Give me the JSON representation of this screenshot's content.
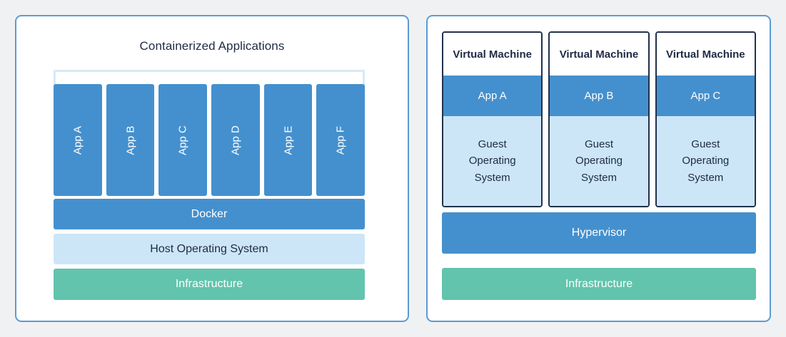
{
  "theme": {
    "page_background": "#f0f1f3",
    "panel_border": "#5b9bd5",
    "accent_blue": "#4490ce",
    "light_blue": "#cce6f7",
    "bracket_blue": "#d7e9f8",
    "green": "#62c4ac",
    "dark_navy": "#22314c",
    "text_dark": "#1f2a44",
    "text_light": "#ffffff"
  },
  "containers_panel": {
    "title": "Containerized Applications",
    "apps": [
      {
        "label": "App A"
      },
      {
        "label": "App B"
      },
      {
        "label": "App C"
      },
      {
        "label": "App D"
      },
      {
        "label": "App E"
      },
      {
        "label": "App F"
      }
    ],
    "layers": {
      "docker": "Docker",
      "host_os": "Host Operating System",
      "infrastructure": "Infrastructure"
    }
  },
  "vms_panel": {
    "vms": [
      {
        "title": "Virtual Machine",
        "app": "App A",
        "guest_os": "Guest\nOperating\nSystem"
      },
      {
        "title": "Virtual Machine",
        "app": "App B",
        "guest_os": "Guest\nOperating\nSystem"
      },
      {
        "title": "Virtual Machine",
        "app": "App C",
        "guest_os": "Guest\nOperating\nSystem"
      }
    ],
    "layers": {
      "hypervisor": "Hypervisor",
      "infrastructure": "Infrastructure"
    }
  }
}
